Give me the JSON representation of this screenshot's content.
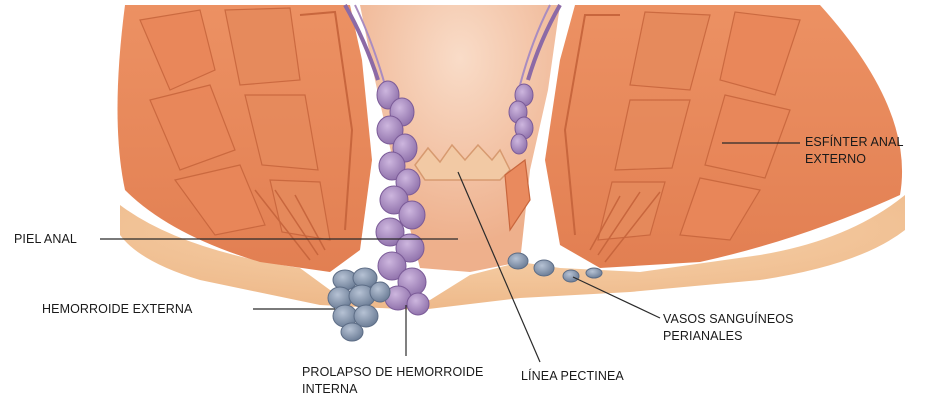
{
  "labels": {
    "esfinter_line1": "ESFÍNTER ANAL",
    "esfinter_line2": "EXTERNO",
    "piel_anal": "PIEL ANAL",
    "hemorroide_externa": "HEMORROIDE EXTERNA",
    "vasos_line1": "VASOS SANGUÍNEOS",
    "vasos_line2": "PERIANALES",
    "prolapso_line1": "PROLAPSO DE HEMORROIDE",
    "prolapso_line2": "INTERNA",
    "linea_pectinea": "LÍNEA PECTINEA"
  },
  "colors": {
    "muscle": "#e98a5e",
    "muscle_dark": "#c8663d",
    "skin": "#f4c79d",
    "canal": "#f0b894",
    "internal_hemorrhoid": "#a98cc0",
    "external_hemorrhoid": "#7f8fa8",
    "leader_line": "#2b2b2b"
  }
}
